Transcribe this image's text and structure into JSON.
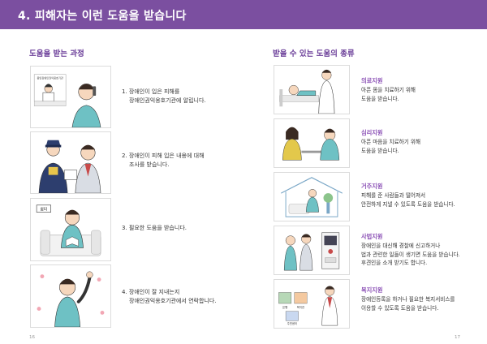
{
  "header": {
    "title": "4. 피해자는 이런 도움을 받습니다"
  },
  "process": {
    "title": "도움을 받는 과정",
    "steps": [
      {
        "line1": "1. 장애인이 입은 피해를",
        "line2": "장애인권익옹호기관에 알립니다."
      },
      {
        "line1": "2. 장애인이 피해 입은 내용에 대해",
        "line2": "조사를 받습니다."
      },
      {
        "line1": "3. 필요한 도움을 받습니다.",
        "line2": ""
      },
      {
        "line1": "4. 장애인이 잘 지내는지",
        "line2": "장애인권익옹호기관에서 연락합니다."
      }
    ],
    "sign_top": "중앙장애인권익옹호기관",
    "sign_room": "쉼터"
  },
  "supports": {
    "title": "받을 수 있는 도움의 종류",
    "items": [
      {
        "name": "의료지원",
        "lines": [
          "아픈 몸을 치료하기 위해",
          "도움을 받습니다."
        ]
      },
      {
        "name": "심리지원",
        "lines": [
          "아픈 마음을 치료하기 위해",
          "도움을 받습니다."
        ]
      },
      {
        "name": "거주지원",
        "lines": [
          "피해를 준 사람들과 떨어져서",
          "안전하게 지낼 수 있도록 도움을 받습니다."
        ]
      },
      {
        "name": "사법지원",
        "lines": [
          "장애인을 대신해 경찰에 신고하거나",
          "법과 관련한 일들이 생기면 도움을 받습니다.",
          "후견인을 소개 받기도 합니다."
        ]
      },
      {
        "name": "복지지원",
        "lines": [
          "장애인등록을 하거나 필요한 복지서비스를",
          "이용할 수 있도록 도움을 받습니다."
        ]
      }
    ],
    "welfare_signs": [
      "은행",
      "복지관",
      "주민센터"
    ]
  },
  "pages": {
    "left": "16",
    "right": "17"
  },
  "colors": {
    "header": "#7b4fa0",
    "accent": "#8a4fb5",
    "shirt_teal": "#6ec1c4",
    "skin": "#f6d7bd"
  }
}
